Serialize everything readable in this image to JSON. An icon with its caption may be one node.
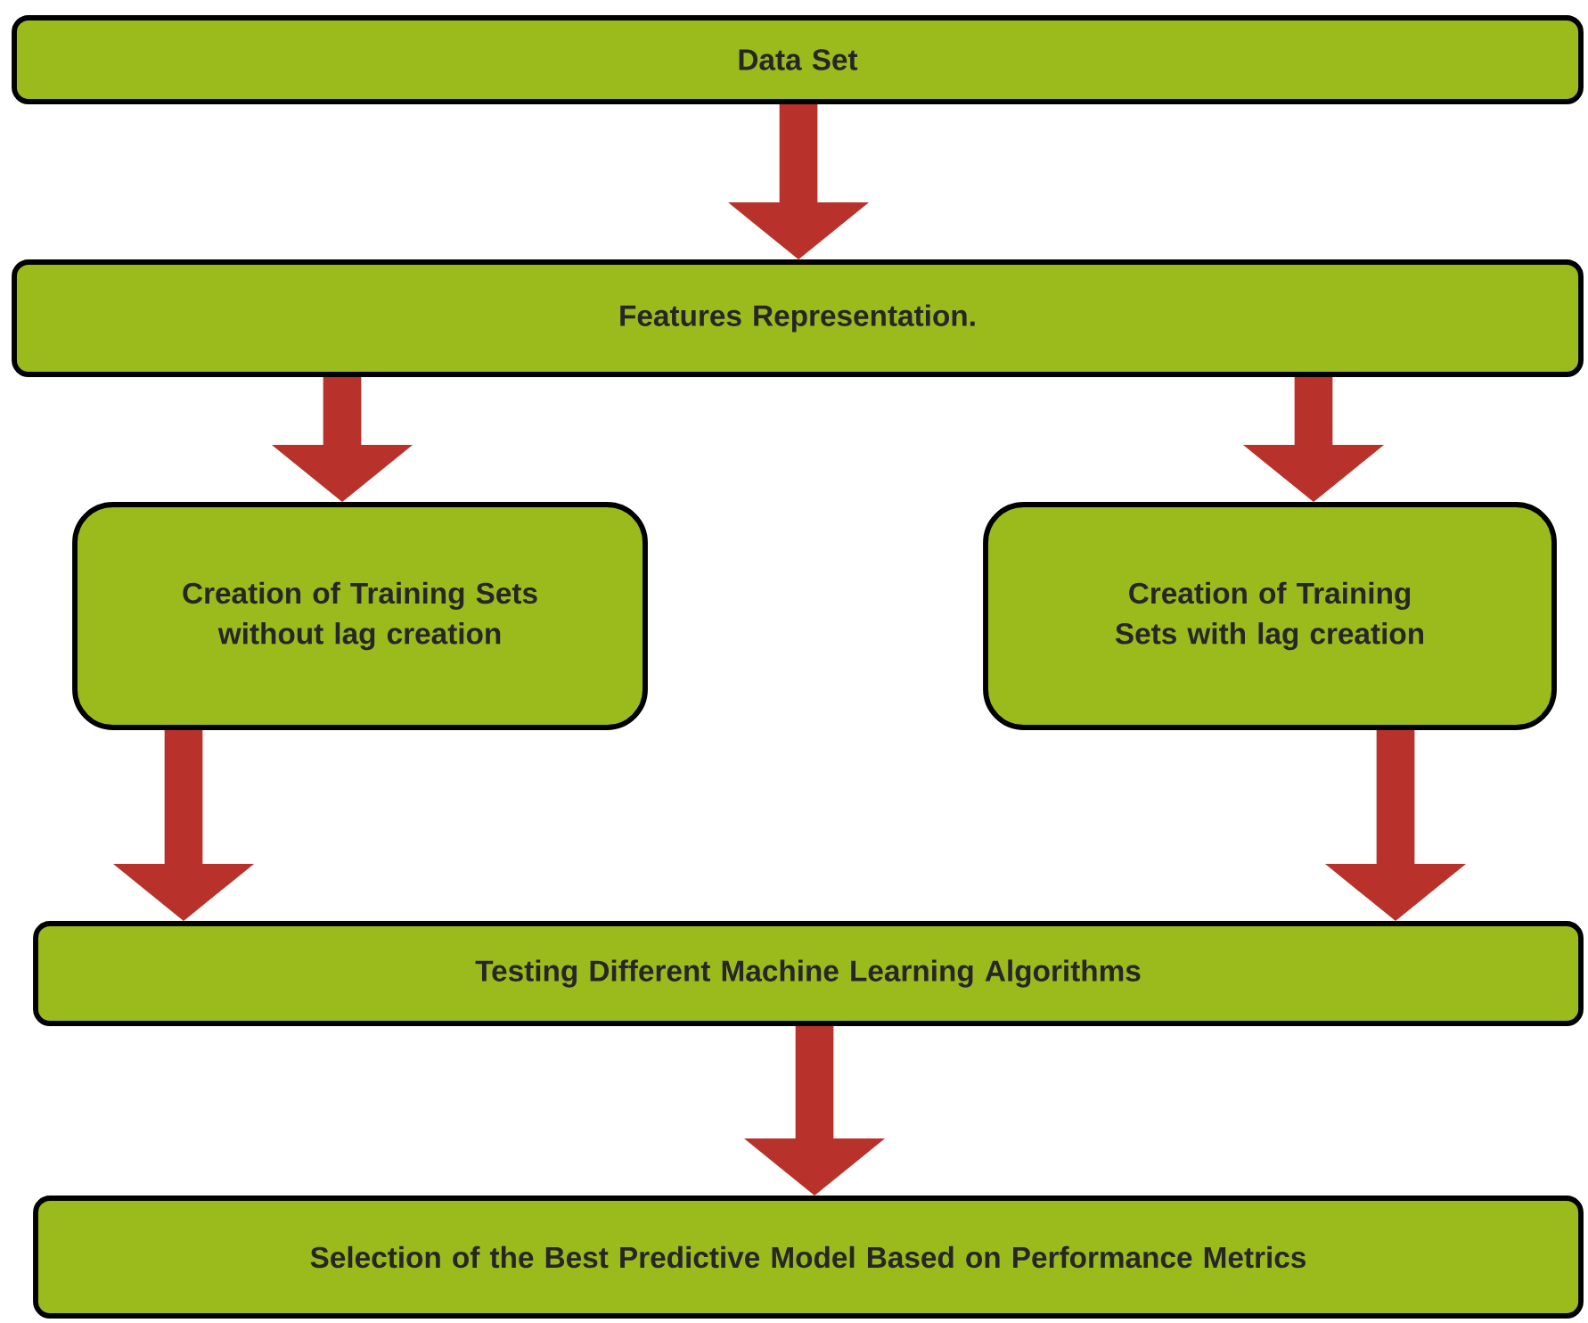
{
  "diagram": {
    "nodes": [
      {
        "text": [
          "Data Set"
        ]
      },
      {
        "text": [
          "Features Representation."
        ]
      },
      {
        "text": [
          "Creation of Training Sets without lag creation"
        ]
      },
      {
        "text": [
          "Creation of Training Sets with lag creation"
        ]
      },
      {
        "text": [
          "Testing Different Machine Learning Algorithms"
        ]
      },
      {
        "text": [
          "Selection of the Best Predictive Model Based on Performance Metrics"
        ]
      }
    ],
    "edges": [
      {
        "from": 0,
        "to": 1,
        "arrow": "to"
      },
      {
        "from": 1,
        "to": 2,
        "arrow": "to"
      },
      {
        "from": 1,
        "to": 3,
        "arrow": "to"
      },
      {
        "from": 2,
        "to": 4,
        "arrow": "to"
      },
      {
        "from": 3,
        "to": 4,
        "arrow": "to"
      },
      {
        "from": 4,
        "to": 5,
        "arrow": "to"
      }
    ]
  }
}
